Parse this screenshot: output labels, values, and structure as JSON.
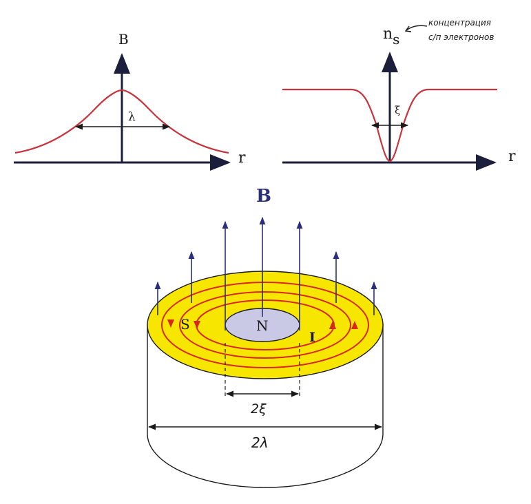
{
  "top_left_plot": {
    "y_label": "B",
    "x_label": "r",
    "width_label": "λ"
  },
  "top_right_plot": {
    "y_label": "n",
    "y_label_sub": "s",
    "x_label": "r",
    "width_label": "ξ",
    "annotation_line1": "концентрация",
    "annotation_line2": "с/п электронов"
  },
  "vortex": {
    "field_label": "B",
    "core_label": "N",
    "ring_label": "S",
    "current_label": "I",
    "core_diameter_label": "2ξ",
    "outer_diameter_label": "2λ"
  },
  "colors": {
    "curve": "#c8343c",
    "axis": "#1c1f3c",
    "field_arrow": "#2b2f7a",
    "disk_yellow": "#f7e600",
    "core": "#c9c9e6",
    "current": "#d8281e"
  }
}
